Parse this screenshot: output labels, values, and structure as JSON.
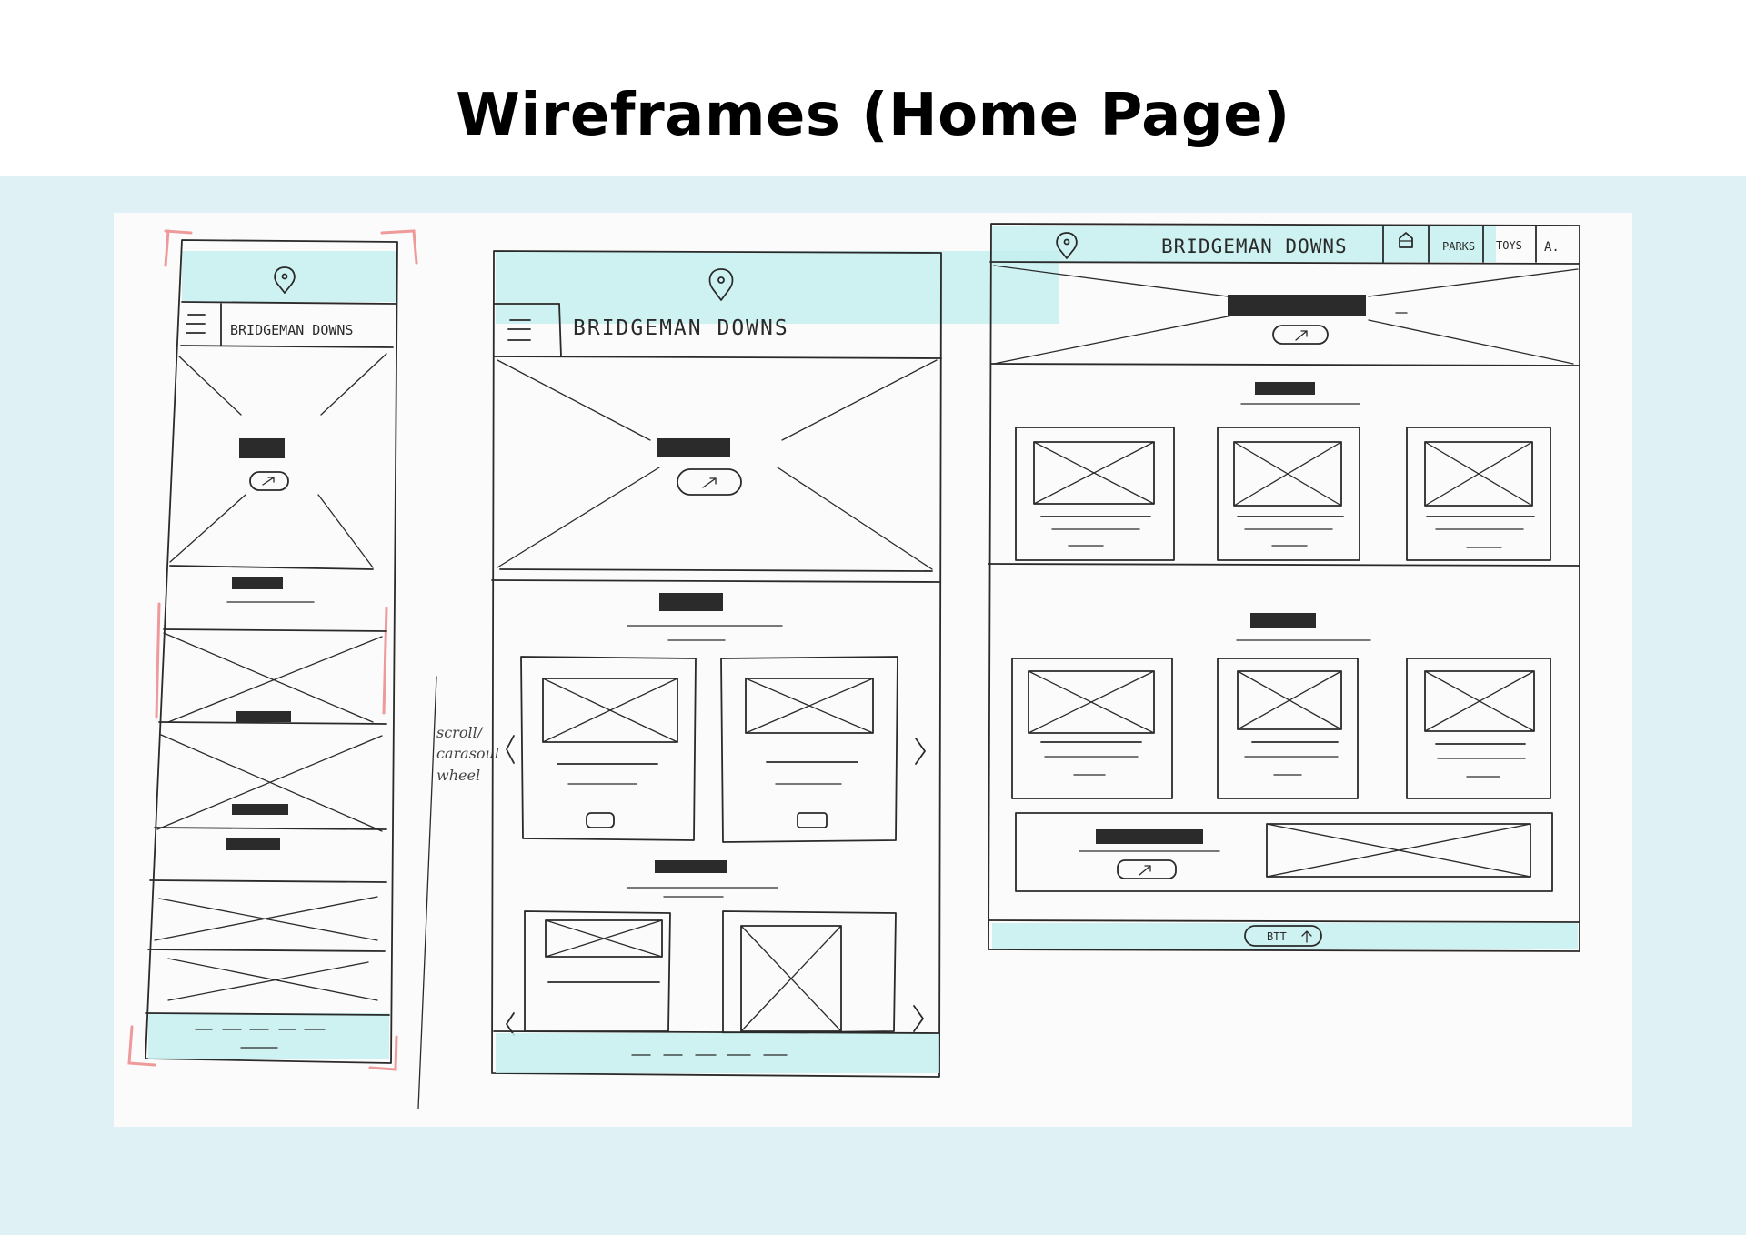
{
  "page": {
    "title": "Wireframes (Home Page)"
  },
  "wireframes": {
    "mobile": {
      "brand": "BRIDGEMAN DOWNS"
    },
    "tablet": {
      "brand": "BRIDGEMAN DOWNS",
      "note_lines": [
        "scroll/",
        "carasoul",
        "wheel"
      ]
    },
    "desktop": {
      "brand": "BRIDGEMAN DOWNS",
      "nav": [
        "PARKS",
        "TOYS",
        "A."
      ],
      "footer_button": "BTT"
    }
  },
  "colors": {
    "title_band": "#ffffff",
    "background": "#e0f1f6",
    "paper": "#fbfbfb",
    "highlight": "#c4f0ee",
    "ink": "#2a2a2a",
    "corner_marks": "#ee9a9a"
  }
}
